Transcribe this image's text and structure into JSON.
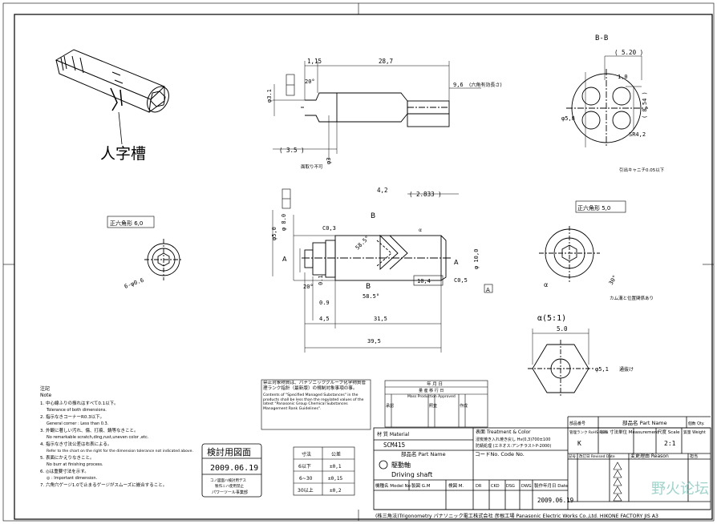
{
  "annotation": {
    "label": "人字槽"
  },
  "dims": {
    "d1_15": "1,15",
    "d28_7": "28,7",
    "d3_5": "( 3.5 )",
    "d9_6": "9,6",
    "hex_len_note": "(六角有効長さ)",
    "dia3_1": "φ3.1",
    "dia3": "φ3",
    "d20": "20°",
    "no_burr": "面取り不可",
    "d4_2": "4,2",
    "d2_833": "( 2.833 )",
    "dia8": "φ 8.0",
    "dia5": "φ5,0",
    "c03": "C0,3",
    "d58_5a": "58.5°",
    "d58_5b": "58.5°",
    "d10_4": "10,4",
    "c05": "C0,5",
    "dia10": "φ 10,0",
    "d0_1": "0.1",
    "d0_9": "0.9",
    "d4_5": "4,5",
    "d31_5": "31,5",
    "d39_5": "39,5",
    "d20b": "20°",
    "hex6": "正六角形 6,0",
    "hex5": "正六角形 5,0",
    "d6_6": "6-φ0.6",
    "d30": "30°",
    "pos_note": "カム溝と位置関係あり",
    "bb_title": "B-B",
    "d5_20": "( 5.20 )",
    "d1_0": "1,0",
    "dia5_8": "φ5,8",
    "d8_54": "( 8,54 )",
    "sr4_2": "SR4,2",
    "bb_note": "引出キャニチ0.05以下",
    "alpha_view": "α(5:1)",
    "d5_0": "5.0",
    "dia5_1": "φ5,1",
    "through": "通抜け",
    "label_a": "A",
    "label_b": "B",
    "label_alpha": "α"
  },
  "inspection_stamp": {
    "title": "検討用図面",
    "date": "2009.06.19",
    "line1": "コノ図面ハ検討用デス",
    "line2": "製作ニハ使用禁止",
    "line3": "パワーツール事業部"
  },
  "notes": {
    "title": "注記",
    "subtitle": "Note",
    "lines": [
      "1. 中心線ふりの振れはすべて0.1以下。",
      "Tolerance of both dimensions.",
      "2. 指示なきコーナーR0.3以下。",
      "General corner : Less than 0.3.",
      "3. 外観に著しい汚れ、傷、打痕、錆等なきこと。",
      "No remarkable scratch,ding,rust,uneven color ,etc.",
      "4. 指示なき寸法公差は右表による。",
      "Refer to the chart on the right for the dimension tolerance not indicated above.",
      "5. 表面にかえりなきこと。",
      "No burr at finishing process.",
      "6. ◎は重要寸法を示す。",
      "◎ : Important dimension.",
      "7. 六角穴ゲージ1.0で止まるゲージがスムーズに嵌合すること。"
    ]
  },
  "tol_table": {
    "headers": [
      "寸法",
      "公差"
    ],
    "rows": [
      [
        "6以下",
        "±0,1"
      ],
      [
        "6~30",
        "±0,15"
      ],
      [
        "30以上",
        "±0,2"
      ]
    ]
  },
  "restricted_note": {
    "jp": "禁止対象物質は、パナソニックグループ化学物質管理ランク指針（最新版）の規制対象事項の事。",
    "en": "Contents of \"Specified Managed Substances\" in the products shall be less than the regulated values of the latest \"Panasonic Group Chemical Substances Management Rank Guidelines\"."
  },
  "production": {
    "date_header": "年 月 日",
    "jp": "量 産 移 行 日",
    "en": "Mass Production Approved",
    "roles": [
      "承認",
      "照査",
      "作成"
    ]
  },
  "title_block": {
    "material_label": "材 質 Material",
    "material_value": "SCM415",
    "treatment_label": "表面 Treatment & Color",
    "treatment_line1": "浸炭焼き入れ焼き戻し Hv(0,3)700±100",
    "treatment_line2": "防錆処理 (エネオス:アンチラストP-2000)",
    "part_name_label": "部品名 Part Name",
    "part_name_jp": "駆動軸",
    "part_name_en": "Driving shaft",
    "code_label": "コードNo. Code No.",
    "model_label": "機種名 Model No",
    "designer_label": "製図 G.M",
    "check_label": "検図 M.",
    "ch_labels": [
      "DR",
      "CKD",
      "DSG",
      "DWG"
    ],
    "date_label": "製作年月日 Date",
    "date_value": "2009.06.19",
    "rank_label": "管理ランク RoHS Rank",
    "rank_value": "K",
    "parts_no_label": "部品番号",
    "parts_name_label": "部品名 Part Name",
    "material_col": "材料",
    "measurement_label": "寸法単位 Measurement",
    "scale_label": "尺度 Scale",
    "scale_value": "2:1",
    "weight_label": "質量 Weight",
    "quantity_label": "個数 Qty.",
    "mark_label": "記号",
    "revised_label": "改訂日 Revised Date",
    "changed_label": "変更理由 Reason",
    "issuer_label": "担当",
    "footer": "(株三角法)Trigonometry パナソニック電工株式会社 彦根工場 Panasonic Electric Works Co.,Ltd. HIKONE FACTORY JIS A3",
    "watermark": "野火论坛"
  }
}
